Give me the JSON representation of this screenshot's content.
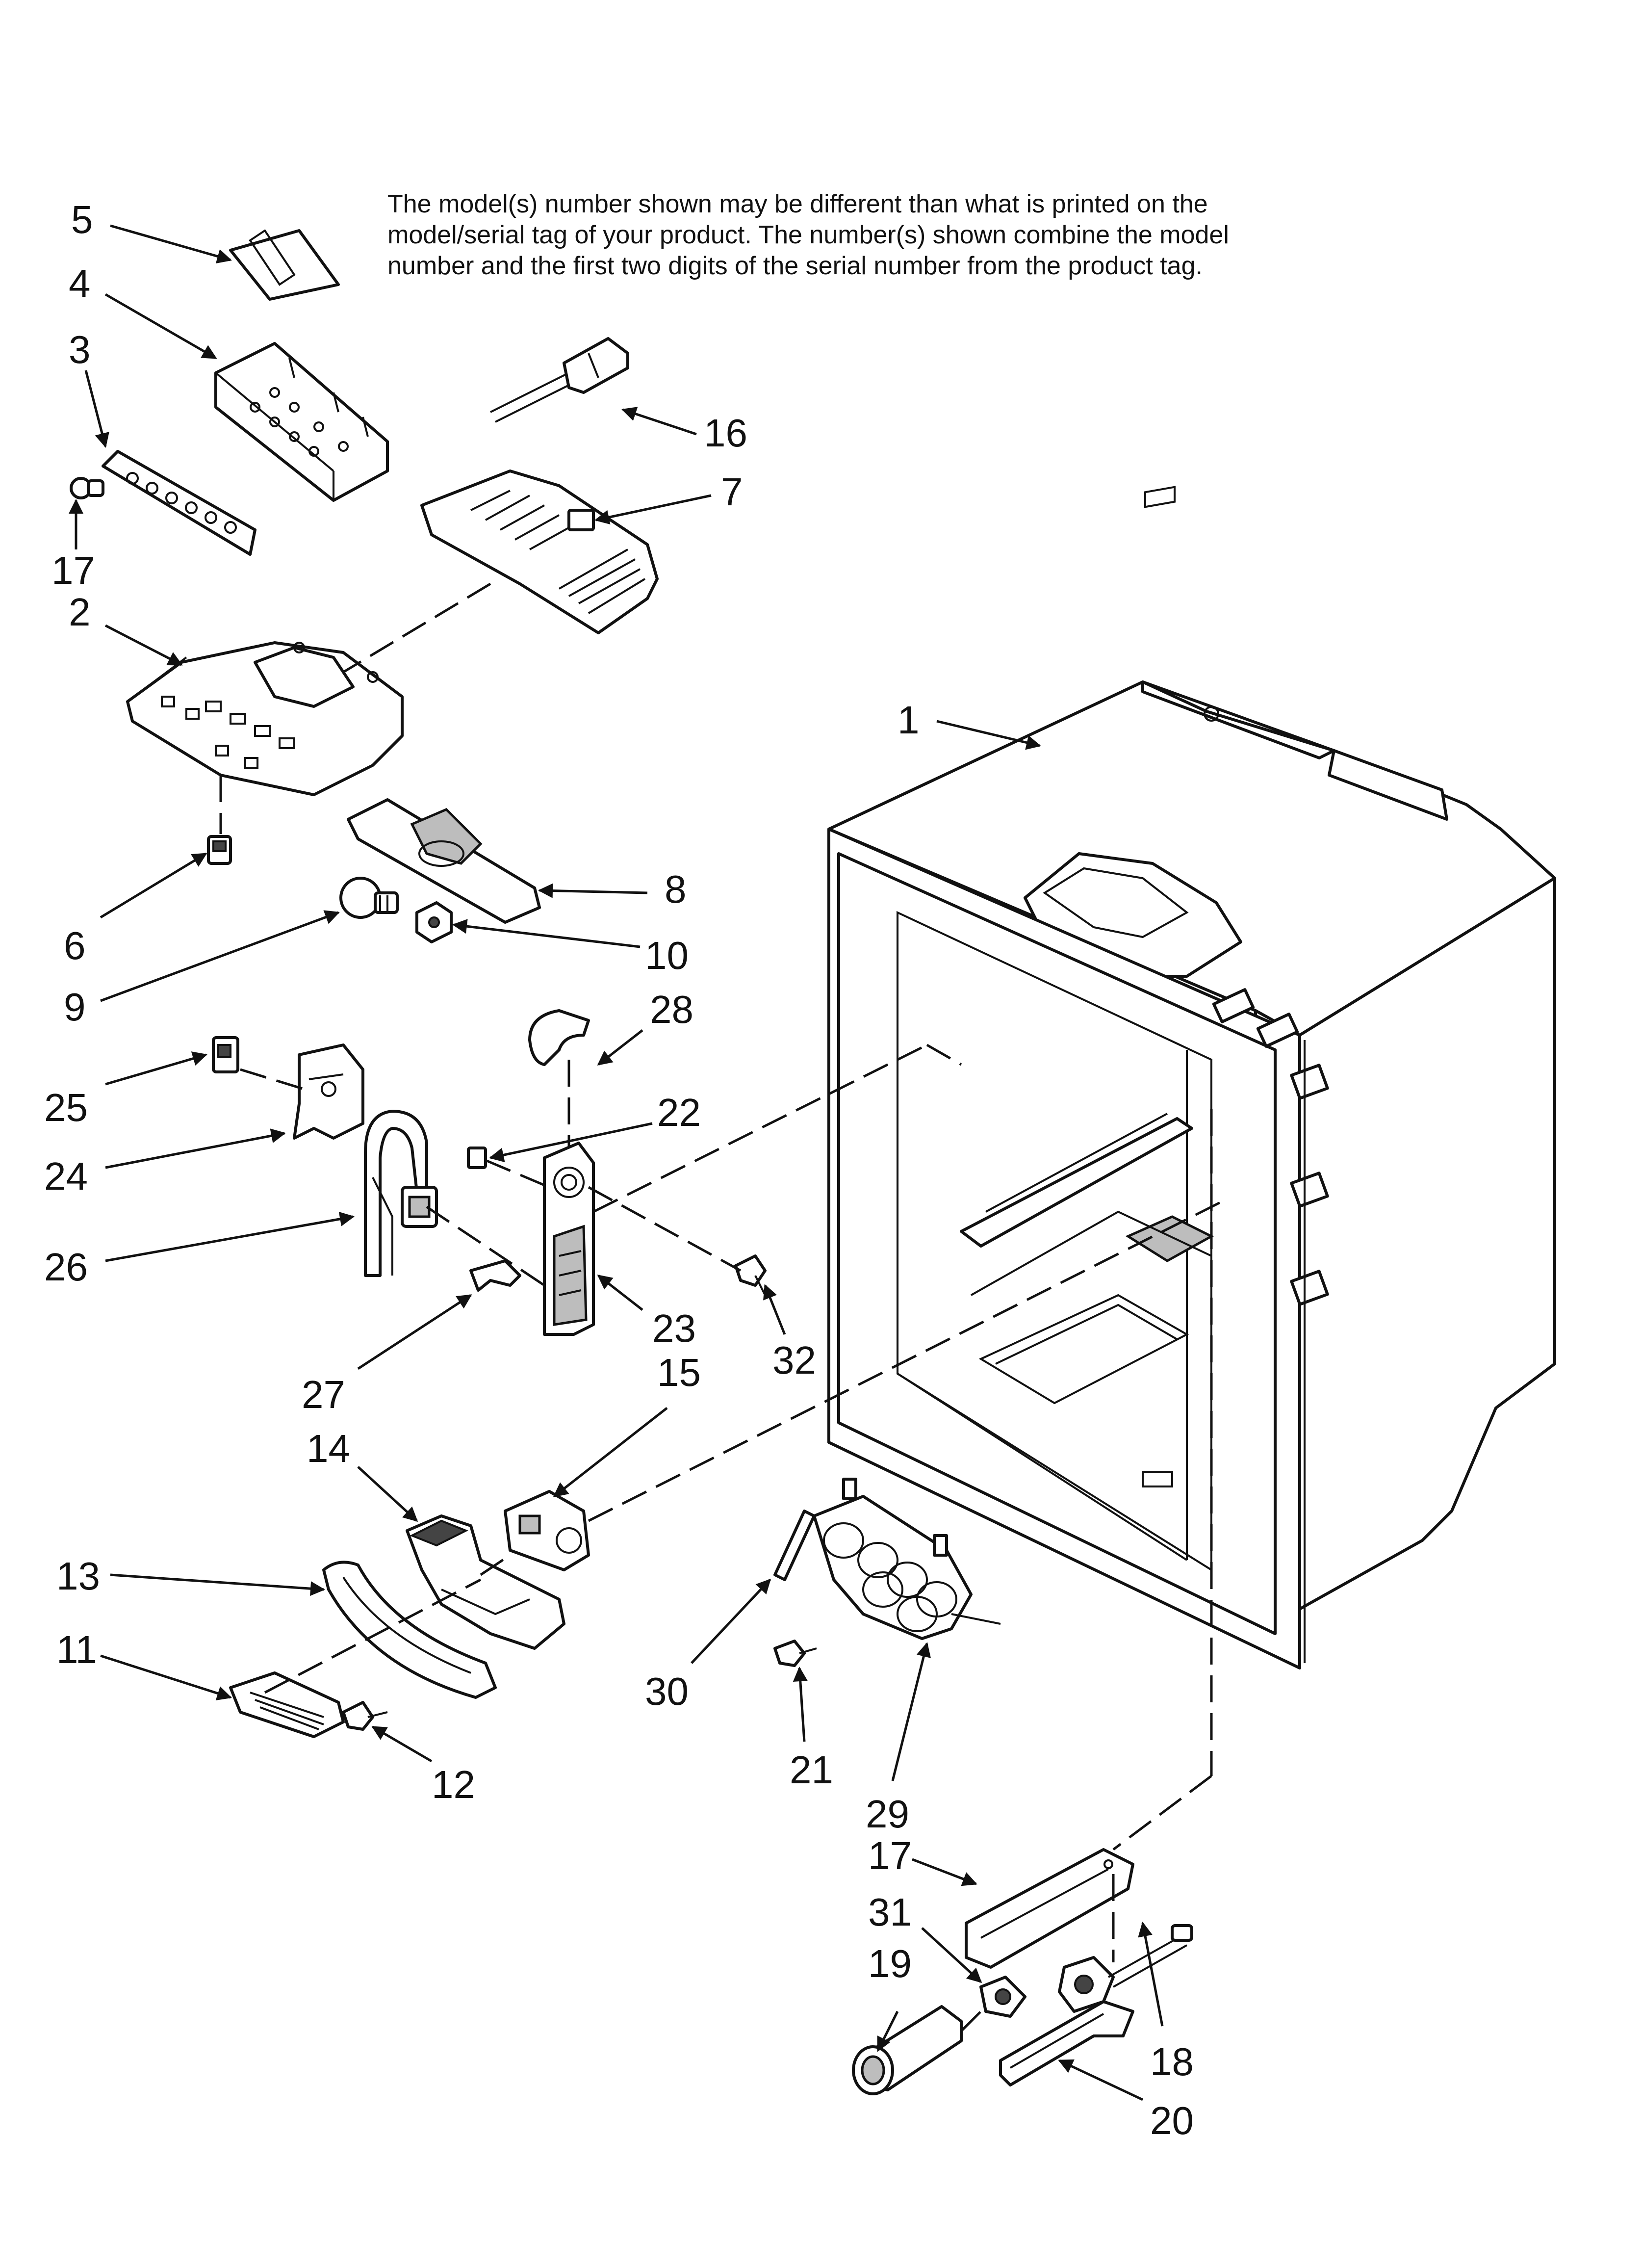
{
  "note": {
    "line1": "The model(s) number shown may be different than what is printed on the",
    "line2": "model/serial tag of your product. The number(s) shown combine the model",
    "line3": "number and the first two digits of the serial number from the product tag."
  },
  "labels": {
    "p1": "1",
    "p2": "2",
    "p3": "3",
    "p4": "4",
    "p5": "5",
    "p6": "6",
    "p7": "7",
    "p8": "8",
    "p9": "9",
    "p10": "10",
    "p11": "11",
    "p12": "12",
    "p13": "13",
    "p14": "14",
    "p15": "15",
    "p16": "16",
    "p17a": "17",
    "p17b": "17",
    "p18": "18",
    "p19": "19",
    "p20": "20",
    "p21": "21",
    "p22": "22",
    "p23": "23",
    "p24": "24",
    "p25": "25",
    "p26": "26",
    "p27": "27",
    "p28": "28",
    "p29": "29",
    "p30": "30",
    "p31": "31",
    "p32": "32"
  }
}
